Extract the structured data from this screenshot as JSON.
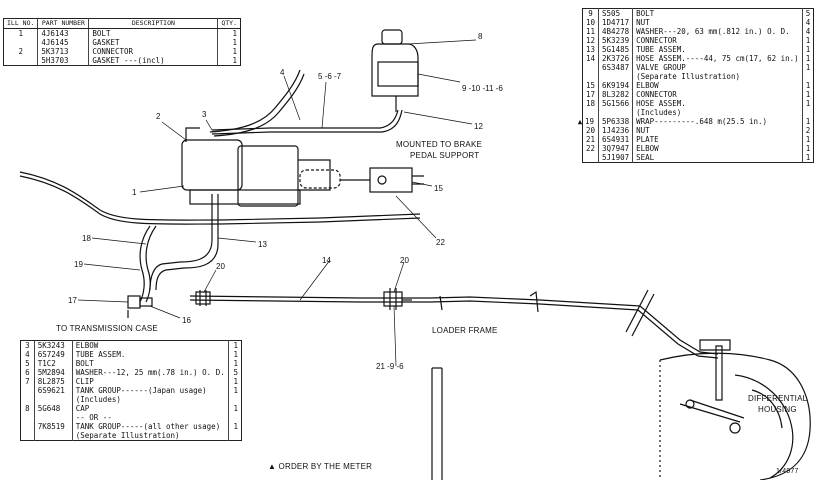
{
  "table_top_left": {
    "headers": [
      "ILL NO.",
      "PART NUMBER",
      "DESCRIPTION",
      "QTY."
    ],
    "rows": [
      {
        "ref": "1",
        "pn": "4J6143",
        "desc": "BOLT",
        "qty": "1"
      },
      {
        "ref": "",
        "pn": "4J6145",
        "desc": "GASKET",
        "qty": "1"
      },
      {
        "ref": "2",
        "pn": "5K3713",
        "desc": "CONNECTOR",
        "qty": "1"
      },
      {
        "ref": "",
        "pn": "5H3703",
        "desc": "GASKET ---(incl)",
        "qty": "1"
      }
    ]
  },
  "table_top_right": {
    "rows": [
      {
        "mark": "",
        "ref": "9",
        "pn": "S505",
        "desc": "BOLT",
        "qty": "5"
      },
      {
        "mark": "",
        "ref": "10",
        "pn": "1D4717",
        "desc": "NUT",
        "qty": "4"
      },
      {
        "mark": "",
        "ref": "11",
        "pn": "4B4278",
        "desc": "WASHER---20, 63 mm(.812 in.) O. D.",
        "qty": "4"
      },
      {
        "mark": "",
        "ref": "12",
        "pn": "5K3239",
        "desc": "CONNECTOR",
        "qty": "1"
      },
      {
        "mark": "",
        "ref": "13",
        "pn": "5G1485",
        "desc": "TUBE ASSEM.",
        "qty": "1"
      },
      {
        "mark": "",
        "ref": "14",
        "pn": "2K3726",
        "desc": "HOSE ASSEM.----44, 75 cm(17, 62 in.)",
        "qty": "1"
      },
      {
        "mark": "",
        "ref": "",
        "pn": "6S3487",
        "desc": "VALVE GROUP",
        "qty": "1"
      },
      {
        "mark": "",
        "ref": "",
        "pn": "",
        "desc": "(Separate Illustration)",
        "qty": ""
      },
      {
        "mark": "",
        "ref": "15",
        "pn": "6K9194",
        "desc": "ELBOW",
        "qty": "1"
      },
      {
        "mark": "",
        "ref": "17",
        "pn": "8L3282",
        "desc": "CONNECTOR",
        "qty": "1"
      },
      {
        "mark": "",
        "ref": "18",
        "pn": "5G1566",
        "desc": "HOSE ASSEM.",
        "qty": "1"
      },
      {
        "mark": "",
        "ref": "",
        "pn": "",
        "desc": "(Includes)",
        "qty": ""
      },
      {
        "mark": "▲",
        "ref": "19",
        "pn": "5P6338",
        "desc": "WRAP---------.648 m(25.5 in.)",
        "qty": "1"
      },
      {
        "mark": "",
        "ref": "20",
        "pn": "1J4236",
        "desc": "NUT",
        "qty": "2"
      },
      {
        "mark": "",
        "ref": "21",
        "pn": "6S4931",
        "desc": "PLATE",
        "qty": "1"
      },
      {
        "mark": "",
        "ref": "22",
        "pn": "3Q7947",
        "desc": "ELBOW",
        "qty": "1"
      },
      {
        "mark": "",
        "ref": "",
        "pn": "5J1907",
        "desc": "SEAL",
        "qty": "1"
      }
    ]
  },
  "table_bottom_left": {
    "rows": [
      {
        "ref": "3",
        "pn": "5K3243",
        "desc": "ELBOW",
        "qty": "1"
      },
      {
        "ref": "4",
        "pn": "6S7249",
        "desc": "TUBE ASSEM.",
        "qty": "1"
      },
      {
        "ref": "5",
        "pn": "T1C2",
        "desc": "BOLT",
        "qty": "1"
      },
      {
        "ref": "6",
        "pn": "5M2894",
        "desc": "WASHER---12, 25 mm(.78 in.) O. D.",
        "qty": "5"
      },
      {
        "ref": "7",
        "pn": "8L2875",
        "desc": "CLIP",
        "qty": "1"
      },
      {
        "ref": "",
        "pn": "6S9621",
        "desc": "TANK GROUP------(Japan usage)",
        "qty": "1"
      },
      {
        "ref": "",
        "pn": "",
        "desc": "(Includes)",
        "qty": ""
      },
      {
        "ref": "8",
        "pn": "5G648",
        "desc": "CAP",
        "qty": "1"
      },
      {
        "ref": "",
        "pn": "",
        "desc": "-- OR --",
        "qty": ""
      },
      {
        "ref": "",
        "pn": "7K8519",
        "desc": "TANK GROUP-----(all other usage)",
        "qty": "1"
      },
      {
        "ref": "",
        "pn": "",
        "desc": "(Separate Illustration)",
        "qty": ""
      }
    ]
  },
  "callouts": {
    "c1": "1",
    "c2": "2",
    "c3": "3",
    "c4": "4",
    "c567": "5 -6 -7",
    "c8": "8",
    "c9": "9 -10 -11 -6",
    "c12": "12",
    "c13": "13",
    "c14": "14",
    "c15": "15",
    "c16": "16",
    "c17": "17",
    "c18": "18",
    "c19": "19",
    "c20a": "20",
    "c20b": "20",
    "c2196": "21 -9 -6",
    "c22": "22"
  },
  "labels": {
    "mounted": "MOUNTED TO BRAKE",
    "pedal": "PEDAL SUPPORT",
    "transmission": "TO TRANSMISSION CASE",
    "loader": "LOADER FRAME",
    "differential": "DIFFERENTIAL",
    "housing": "HOUSING",
    "order_note": "▲ ORDER BY THE METER",
    "code": "1/4977"
  }
}
